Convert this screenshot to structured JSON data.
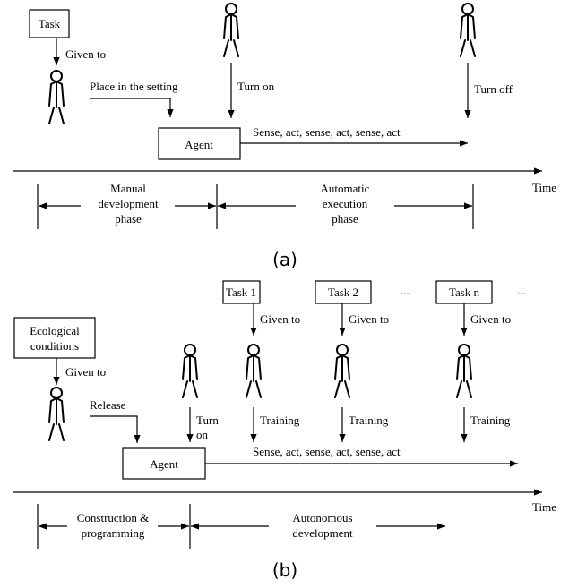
{
  "panel_a": {
    "task_box": "Task",
    "given_to": "Given to",
    "place_in_setting": "Place in the setting",
    "turn_on": "Turn on",
    "turn_off": "Turn off",
    "agent": "Agent",
    "sense_act": "Sense, act, sense, act, sense, act",
    "time": "Time",
    "phase_manual": [
      "Manual",
      "development",
      "phase"
    ],
    "phase_auto": [
      "Automatic",
      "execution",
      "phase"
    ],
    "caption": "(a)"
  },
  "panel_b": {
    "eco_box": [
      "Ecological",
      "conditions"
    ],
    "given_to": "Given to",
    "release": "Release",
    "turn_on": [
      "Turn",
      "on"
    ],
    "tasks": [
      "Task 1",
      "Task 2",
      "Task n"
    ],
    "ellipsis": "...",
    "training": "Training",
    "agent": "Agent",
    "sense_act": "Sense, act, sense, act, sense, act",
    "time": "Time",
    "phase_construction": [
      "Construction &",
      "programming"
    ],
    "phase_autonomous": [
      "Autonomous",
      "development"
    ],
    "caption": "(b)"
  }
}
